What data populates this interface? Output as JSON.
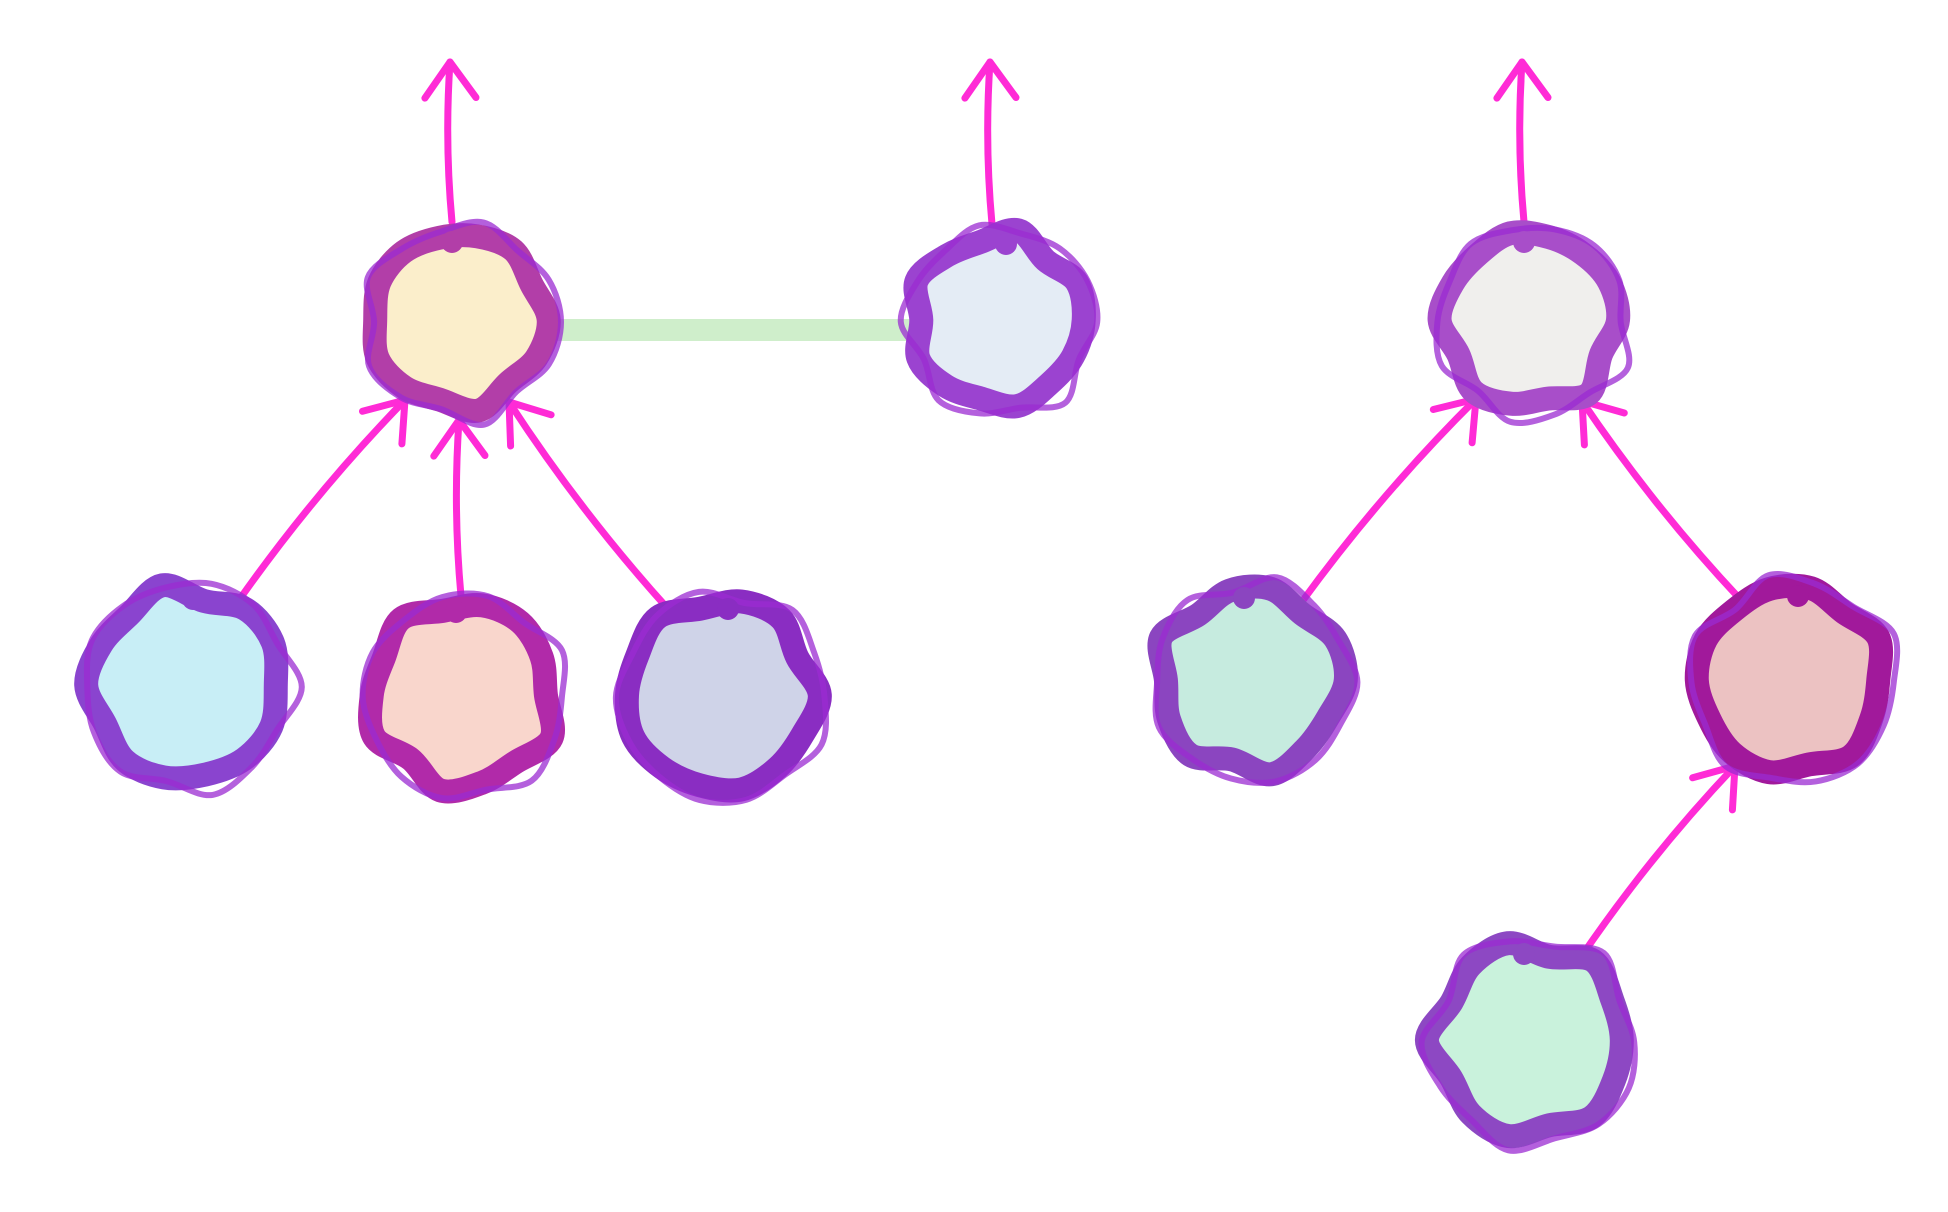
{
  "diagram": {
    "title": "",
    "colors": {
      "arrow": "#ff2bd6",
      "link": "#cfeecb",
      "ring_default": "#9b2bd1",
      "ring_alt": "#7d3fc0"
    },
    "nodes": [
      {
        "id": "n1",
        "fill": "#fbeecb",
        "ring": "#b23ea8",
        "label": ""
      },
      {
        "id": "n2",
        "fill": "#e4ecf5",
        "ring": "#9b43d0",
        "label": ""
      },
      {
        "id": "n3",
        "fill": "#f0efed",
        "ring": "#a84ec9",
        "label": ""
      },
      {
        "id": "n4",
        "fill": "#c8eef6",
        "ring": "#8a44cf",
        "label": ""
      },
      {
        "id": "n5",
        "fill": "#f9d6cc",
        "ring": "#b12aa9",
        "label": ""
      },
      {
        "id": "n6",
        "fill": "#cfd3e8",
        "ring": "#8a2dc2",
        "label": ""
      },
      {
        "id": "n7",
        "fill": "#c6ebdf",
        "ring": "#8b45c0",
        "label": ""
      },
      {
        "id": "n8",
        "fill": "#ecc2c2",
        "ring": "#a1199b",
        "label": ""
      },
      {
        "id": "n9",
        "fill": "#c9f2dc",
        "ring": "#8d48c3",
        "label": ""
      }
    ],
    "edges": [
      {
        "from": "n4",
        "to": "n1",
        "kind": "arrow"
      },
      {
        "from": "n5",
        "to": "n1",
        "kind": "arrow"
      },
      {
        "from": "n6",
        "to": "n1",
        "kind": "arrow"
      },
      {
        "from": "n7",
        "to": "n3",
        "kind": "arrow"
      },
      {
        "from": "n8",
        "to": "n3",
        "kind": "arrow"
      },
      {
        "from": "n9",
        "to": "n8",
        "kind": "arrow"
      },
      {
        "from": "n1",
        "to": "n2",
        "kind": "link"
      }
    ],
    "outgoing": [
      {
        "from": "n1",
        "kind": "arrow-up"
      },
      {
        "from": "n2",
        "kind": "arrow-up"
      },
      {
        "from": "n3",
        "kind": "arrow-up"
      }
    ]
  }
}
